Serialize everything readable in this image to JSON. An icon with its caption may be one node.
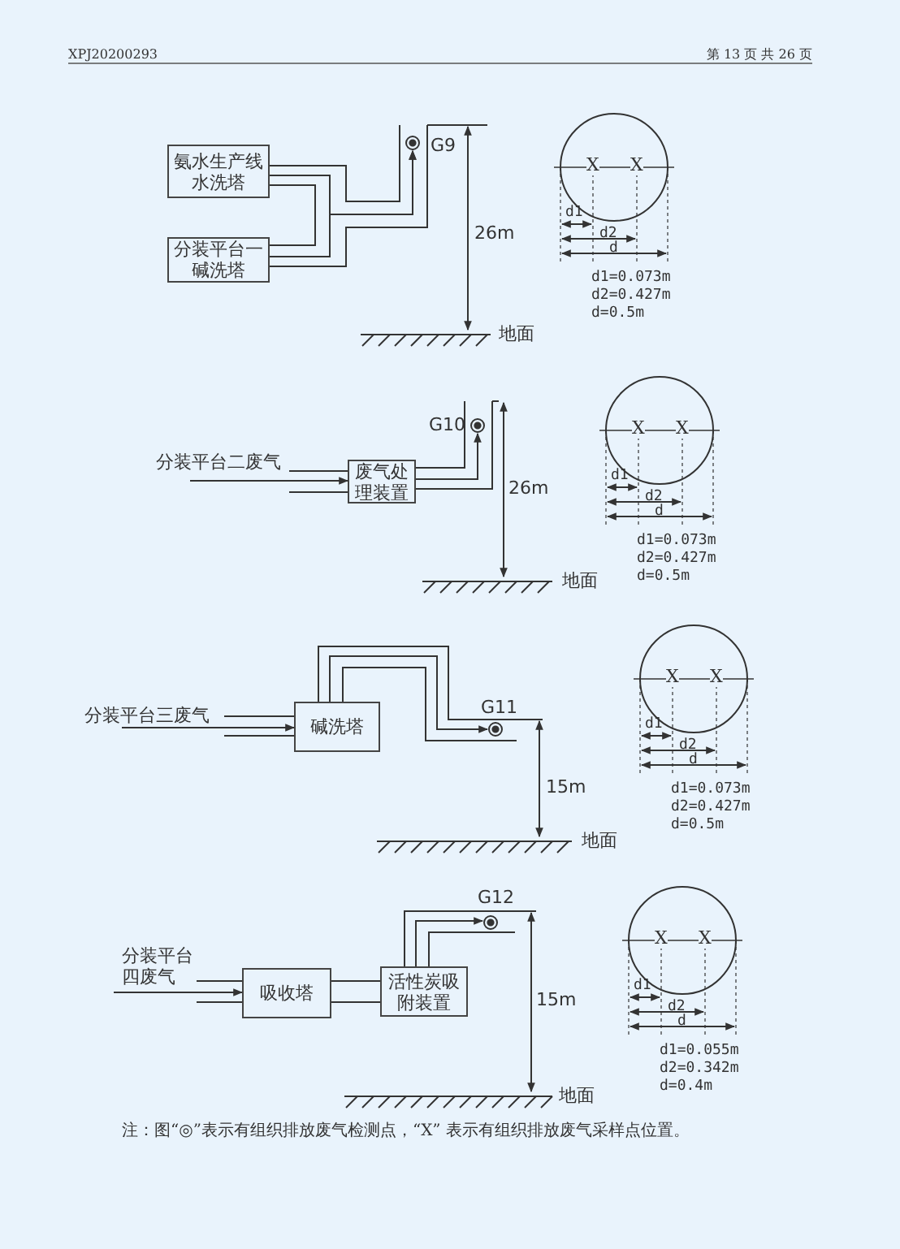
{
  "diagram": {
    "nodes": [
      {
        "text": [
          "氨水生产线水洗塔"
        ]
      },
      {
        "text": [
          "分装平台一碱洗塔"
        ]
      },
      {
        "text": [],
        "shape": "circle"
      },
      {
        "text": [
          "分装平台二废气"
        ]
      },
      {
        "text": [
          "废气处理装置"
        ]
      },
      {
        "text": [],
        "shape": "circle"
      },
      {
        "text": [
          "分装平台三废气"
        ]
      },
      {
        "text": [
          "碱洗塔"
        ]
      },
      {
        "text": [],
        "shape": "circle"
      },
      {
        "text": [
          "分装平台四废气"
        ]
      },
      {
        "text": [
          "吸收塔"
        ]
      },
      {
        "text": [
          "活性炭吸附装置"
        ]
      },
      {
        "text": [],
        "shape": "circle"
      }
    ],
    "edges": [
      {
        "from": 0,
        "to": 2,
        "arrow": "to"
      },
      {
        "from": 1,
        "to": 2,
        "arrow": "to"
      },
      {
        "from": 3,
        "to": 4,
        "arrow": "to"
      },
      {
        "from": 4,
        "to": 5,
        "arrow": "to"
      },
      {
        "from": 6,
        "to": 7,
        "arrow": "to"
      },
      {
        "from": 7,
        "to": 8,
        "arrow": "to"
      },
      {
        "from": 9,
        "to": 10,
        "arrow": "to"
      },
      {
        "from": 10,
        "to": 11,
        "arrow": "none"
      },
      {
        "from": 11,
        "to": 12,
        "arrow": "to"
      }
    ],
    "labels": [
      "XPJ20200293",
      "第 13 页 共 26 页",
      "G9",
      "26m",
      "地面",
      "X",
      "X",
      "d1",
      "d2",
      "d",
      "d1=0.073m",
      "d2=0.427m",
      "d=0.5m",
      "G10",
      "26m",
      "地面",
      "X",
      "X",
      "d1",
      "d2",
      "d",
      "d1=0.073m",
      "d2=0.427m",
      "d=0.5m",
      "G11",
      "15m",
      "地面",
      "X",
      "X",
      "d1",
      "d2",
      "d",
      "d1=0.073m",
      "d2=0.427m",
      "d=0.5m",
      "G12",
      "15m",
      "地面",
      "X",
      "X",
      "d1",
      "d2",
      "d",
      "d1=0.055m",
      "d2=0.342m",
      "d=0.4m",
      "注：图“◎”表示有组织排放废气检测点，“X” 表示有组织排放废气采样点位置。"
    ]
  }
}
